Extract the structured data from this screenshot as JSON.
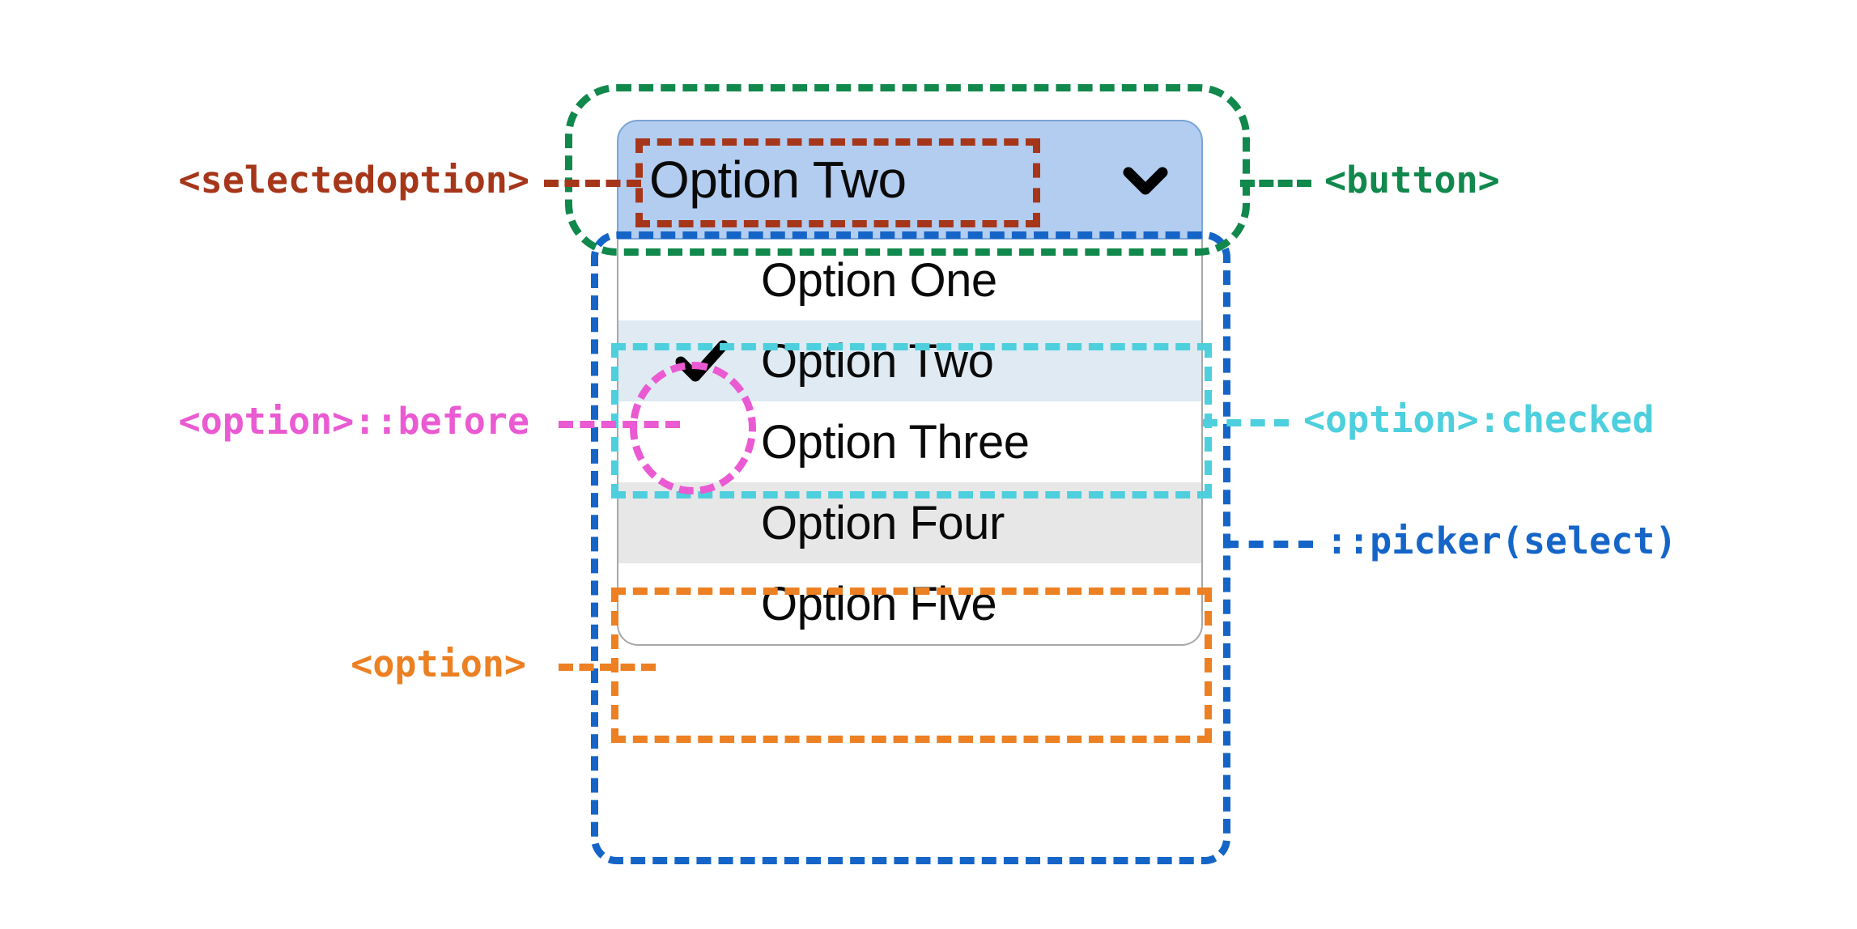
{
  "diagram": {
    "title": "HTML customizable select element anatomy",
    "widget": {
      "button": {
        "label": "Option Two",
        "icon": "chevron-down-icon",
        "background": "#b3cdf0",
        "border": "#7aa4d6"
      },
      "picker": {
        "options": [
          {
            "label": "Option One",
            "checked": false,
            "hovered": false
          },
          {
            "label": "Option Two",
            "checked": true,
            "hovered": false
          },
          {
            "label": "Option Three",
            "checked": false,
            "hovered": false
          },
          {
            "label": "Option Four",
            "checked": false,
            "hovered": true
          },
          {
            "label": "Option Five",
            "checked": false,
            "hovered": false
          }
        ],
        "checked_background": "#dfeaf2",
        "hovered_background": "#e7e7e7",
        "check_icon": "check-icon"
      }
    },
    "annotations": [
      {
        "id": "selectedoption",
        "text": "<selectedoption>",
        "color": "#a6361a",
        "side": "left"
      },
      {
        "id": "button",
        "text": "<button>",
        "color": "#11884c",
        "side": "right"
      },
      {
        "id": "option-before",
        "text": "<option>::before",
        "color": "#ea5ad2",
        "side": "left"
      },
      {
        "id": "option-checked",
        "text": "<option>:checked",
        "color": "#4ecfdd",
        "side": "right"
      },
      {
        "id": "picker-select",
        "text": "::picker(select)",
        "color": "#1565c8",
        "side": "right"
      },
      {
        "id": "option",
        "text": "<option>",
        "color": "#ec8022",
        "side": "left"
      }
    ]
  }
}
